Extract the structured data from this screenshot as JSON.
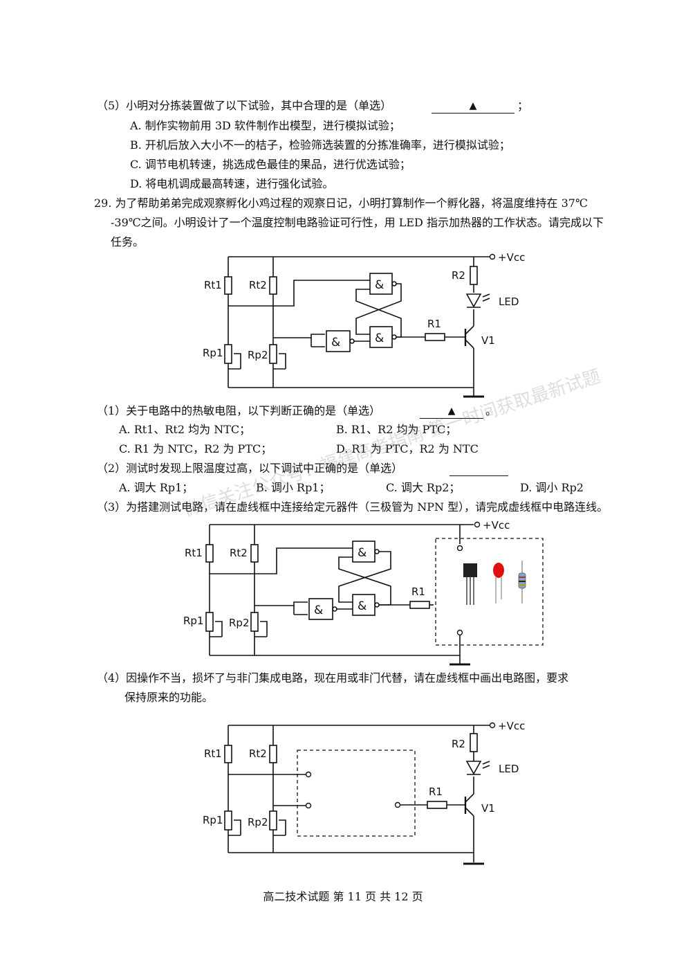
{
  "q5": {
    "stem": "（5）小明对分拣装置做了以下试验，其中合理的是（单选）",
    "blank": "▲",
    "end": "；",
    "options": [
      "A.  制作实物前用 3D 软件制作出模型，进行模拟试验；",
      "B.  开机后放入大小不一的桔子，检验筛选装置的分拣准确率，进行模拟试验；",
      "C.  调节电机转速，挑选成色最佳的果品，进行优选试验；",
      "D.  将电机调成最高转速，进行强化试验。"
    ]
  },
  "q29": {
    "line1": "29. 为了帮助弟弟完成观察孵化小鸡过程的观察日记，小明打算制作一个孵化器，将温度维持在 37℃",
    "line2": "-39℃之间。小明设计了一个温度控制电路验证可行性，用 LED 指示加热器的工作状态。请完成以下",
    "line3": "任务。",
    "sub1": {
      "stem": "（1）关于电路中的热敏电阻，以下判断正确的是（单选）",
      "blank": "▲",
      "end": "。",
      "options": [
        "A. Rt1、Rt2 均为 NTC；",
        "B. R1、R2 均为 PTC；",
        "C. R1 为 NTC，R2 为 PTC；",
        "D. R1 为 PTC，R2 为 NTC"
      ]
    },
    "sub2": {
      "stem": "（2）测试时发现上限温度过高，以下调试中正确的是（单选）",
      "blank": "",
      "options": [
        "A. 调大 Rp1；",
        "B. 调小 Rp1；",
        "C. 调大 Rp2；",
        "D. 调小 Rp2"
      ]
    },
    "sub3": "（3）为搭建测试电路，请在虚线框中连接给定元器件（三极管为 NPN 型），请完成虚线框中电路连线。",
    "sub4_line1": "（4）因操作不当，损坏了与非门集成电路，现在用或非门代替，请在虚线框中画出电路图，要求",
    "sub4_line2": "保持原来的功能。"
  },
  "circuit": {
    "vcc": "+Vcc",
    "rt1": "Rt1",
    "rt2": "Rt2",
    "rp1": "Rp1",
    "rp2": "Rp2",
    "r1": "R1",
    "r2": "R2",
    "led": "LED",
    "v1": "V1",
    "nand": "&"
  },
  "watermark": "微信关注公众号：福建高考指南 第一时间获取最新试题",
  "footer": "高二技术试题  第 11 页  共 12 页"
}
